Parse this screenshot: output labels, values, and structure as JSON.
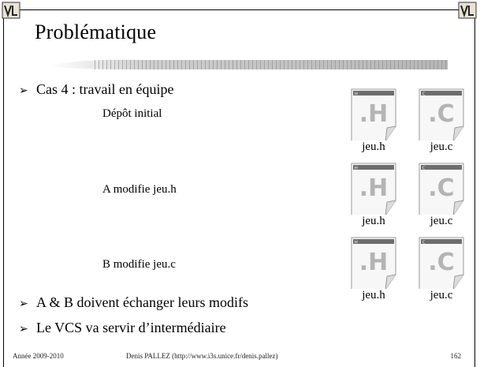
{
  "slide": {
    "title": "Problématique",
    "bullets": [
      {
        "text": "Cas 4 : travail en équipe"
      },
      {
        "text": "A & B doivent échanger leurs modifs"
      },
      {
        "text": "Le VCS va servir d’intermédiaire"
      }
    ],
    "steps": [
      {
        "label": "Dépôt initial",
        "h_file": "jeu.h",
        "c_file": "jeu.c"
      },
      {
        "label": "A modifie jeu.h",
        "h_file": "jeu.h",
        "c_file": "jeu.c"
      },
      {
        "label": "B modifie jeu.c",
        "h_file": "jeu.h",
        "c_file": "jeu.c"
      }
    ],
    "icons": {
      "h_glyph": ".H",
      "c_glyph": ".C",
      "h_tag": "H",
      "c_tag": "C"
    }
  },
  "footer": {
    "year": "Année 2009-2010",
    "author": "Denis PALLEZ (http://www.i3s.unice.fr/denis.pallez)",
    "page": "162"
  }
}
